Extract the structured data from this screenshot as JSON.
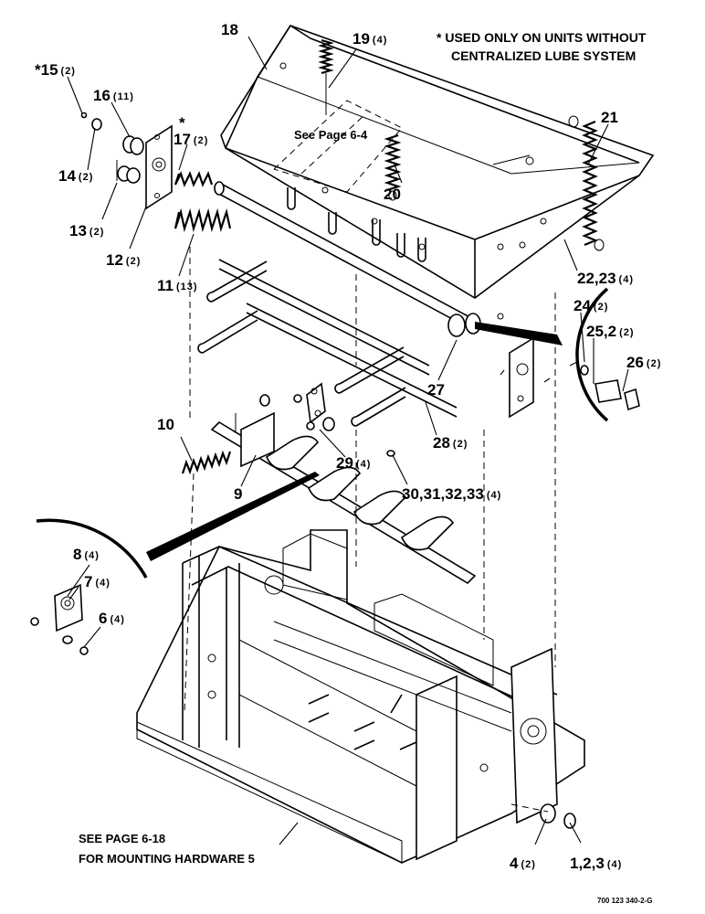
{
  "note": {
    "line1": "* USED ONLY ON UNITS WITHOUT",
    "line2": "CENTRALIZED LUBE SYSTEM"
  },
  "page_refs": {
    "top": "See Page 6-4",
    "bottom_line1": "SEE PAGE 6-18",
    "bottom_line2": "FOR MOUNTING HARDWARE 5"
  },
  "callouts": [
    {
      "id": "18",
      "num": "18",
      "qty": ""
    },
    {
      "id": "19",
      "num": "19",
      "qty": "(4)"
    },
    {
      "id": "15",
      "num": "*15",
      "qty": "(2)"
    },
    {
      "id": "16",
      "num": "16",
      "qty": "(11)"
    },
    {
      "id": "17",
      "num": "17",
      "qty": "(2)"
    },
    {
      "id": "14",
      "num": "14",
      "qty": "(2)"
    },
    {
      "id": "13",
      "num": "13",
      "qty": "(2)"
    },
    {
      "id": "12",
      "num": "12",
      "qty": "(2)"
    },
    {
      "id": "11",
      "num": "11",
      "qty": "(13)"
    },
    {
      "id": "20",
      "num": "20",
      "qty": ""
    },
    {
      "id": "21",
      "num": "21",
      "qty": ""
    },
    {
      "id": "22",
      "num": "22,23",
      "qty": "(4)"
    },
    {
      "id": "24",
      "num": "24",
      "qty": "(2)"
    },
    {
      "id": "25",
      "num": "25,2",
      "qty": "(2)"
    },
    {
      "id": "26",
      "num": "26",
      "qty": "(2)"
    },
    {
      "id": "27",
      "num": "27",
      "qty": ""
    },
    {
      "id": "28",
      "num": "28",
      "qty": "(2)"
    },
    {
      "id": "29",
      "num": "29",
      "qty": "(4)"
    },
    {
      "id": "10",
      "num": "10",
      "qty": ""
    },
    {
      "id": "9",
      "num": "9",
      "qty": ""
    },
    {
      "id": "30",
      "num": "30,31,32,33",
      "qty": "(4)"
    },
    {
      "id": "8",
      "num": "8",
      "qty": "(4)"
    },
    {
      "id": "7",
      "num": "7",
      "qty": "(4)"
    },
    {
      "id": "6",
      "num": "6",
      "qty": "(4)"
    },
    {
      "id": "4",
      "num": "4",
      "qty": "(2)"
    },
    {
      "id": "1",
      "num": "1,2,3",
      "qty": "(4)"
    }
  ],
  "star_marker": "*",
  "figure_id": "700 123 340-2-G"
}
